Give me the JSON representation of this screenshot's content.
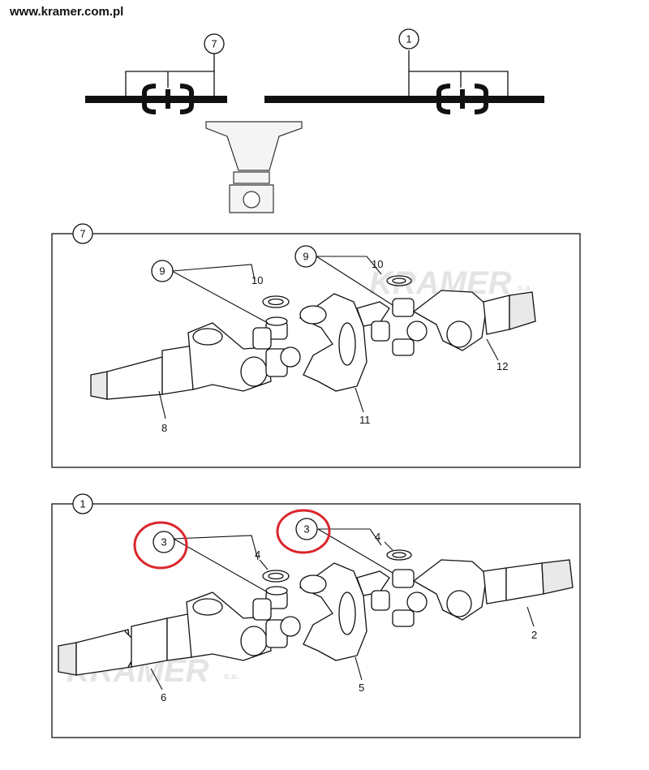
{
  "header": {
    "url": "www.kramer.com.pl"
  },
  "overview": {
    "callout_left": "7",
    "callout_right": "1"
  },
  "panel_top": {
    "id": "7",
    "labels": {
      "l9a": "9",
      "l9b": "9",
      "l10a": "10",
      "l10b": "10",
      "l8": "8",
      "l11": "11",
      "l12": "12"
    }
  },
  "panel_bottom": {
    "id": "1",
    "labels": {
      "l3a": "3",
      "l3b": "3",
      "l4a": "4",
      "l4b": "4",
      "l2": "2",
      "l5": "5",
      "l6": "6"
    }
  },
  "watermark": {
    "brand": "KRAMER",
    "suffix": "s.a."
  },
  "highlight_color": "#d9262b"
}
